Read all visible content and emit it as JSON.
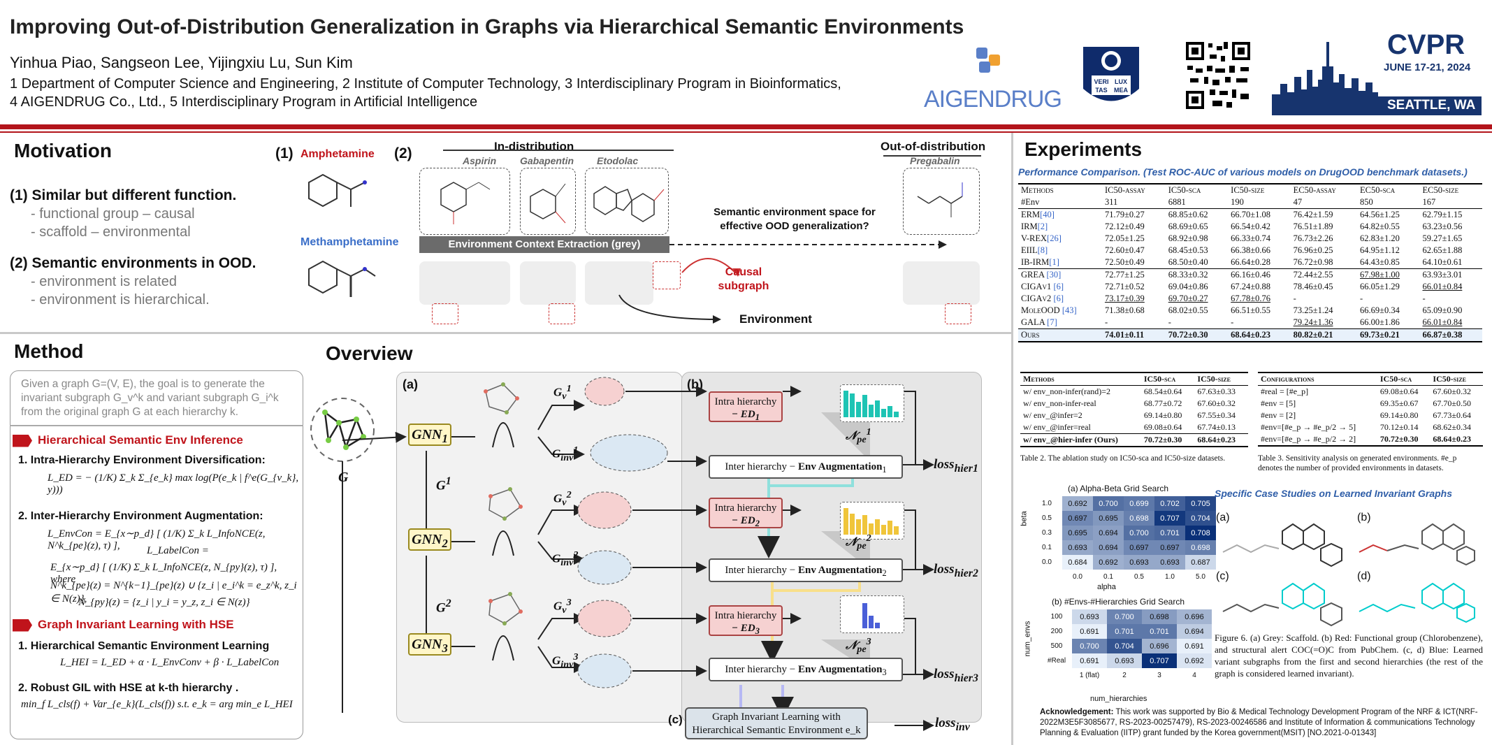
{
  "header": {
    "title": "Improving Out-of-Distribution Generalization in Graphs via Hierarchical Semantic Environments",
    "authors": "Yinhua Piao, Sangseon Lee, Yijingxiu Lu, Sun Kim",
    "aff1": "1 Department of Computer Science and Engineering, 2 Institute of Computer Technology, 3 Interdisciplinary Program in Bioinformatics,",
    "aff2": "4 AIGENDRUG Co., Ltd., 5 Interdisciplinary Program in Artificial Intelligence",
    "aigendrug_logo": "AIGENDRUG",
    "snu_seal": [
      "VERI",
      "LUX",
      "TAS",
      "MEA"
    ],
    "cvpr_name": "CVPR",
    "cvpr_dates": "JUNE 17-21, 2024",
    "cvpr_city": "SEATTLE, WA"
  },
  "motivation": {
    "title": "Motivation",
    "item1": "(1)  Similar but different function.",
    "item1_sub": [
      "- functional group – causal",
      "- scaffold – environmental"
    ],
    "item2": "(2) Semantic environments in OOD.",
    "item2_sub": [
      "- environment is related",
      "- environment is hierarchical."
    ],
    "fig_label1": "(1)",
    "fig_label2": "(2)",
    "amphetamine": "Amphetamine",
    "methamphetamine": "Methamphetamine",
    "in_dist": "In-distribution",
    "out_dist": "Out-of-distribution",
    "drugs": [
      "Aspirin",
      "Gabapentin",
      "Etodolac"
    ],
    "ood_drug": "Pregabalin",
    "env_bar": "Environment Context Extraction (grey)",
    "semantic_text": "Semantic environment space for effective OOD generalization?",
    "causal": "Causal subgraph",
    "environment": "Environment"
  },
  "method": {
    "title": "Method",
    "intro": "Given a graph G=(V, E), the goal is to generate the invariant subgraph G_v^k and variant subgraph G_i^k from the original graph G at each hierarchy k.",
    "head1": "Hierarchical Semantic Env Inference",
    "s1": "1.    Intra-Hierarchy Environment Diversification:",
    "f1": "L_ED = − (1/K) Σ_k Σ_{e_k} max log(P(e_k | f^e(G_{v_k}, y)))",
    "s2": "2.    Inter-Hierarchy Environment Augmentation:",
    "f2a": "L_EnvCon = E_{x∼p_d} [ (1/K) Σ_k L_InfoNCE(z, N^k_{pe}(z), τ) ],",
    "f2b": "L_LabelCon =",
    "f2c": "E_{x∼p_d} [ (1/K) Σ_k L_InfoNCE(z, N_{py}(z), τ) ], where",
    "f2d": "N^k_{pe}(z) = N^{k−1}_{pe}(z) ∪ {z_i | e_i^k = e_z^k, z_i ∈ N(z)},",
    "f2e": "N_{py}(z) = {z_i | y_i = y_z, z_i ∈ N(z)}",
    "head2": "Graph Invariant Learning with HSE",
    "s3": "1.    Hierarchical Semantic Environment Learning",
    "f3": "L_HEI = L_ED + α · L_EnvConv + β · L_LabelCon",
    "s4": "2.    Robust GIL with HSE at k-th hierarchy .",
    "f4": "min_f L_cls(f) + Var_{e_k}(L_cls(f))  s.t. e_k = arg min_e L_HEI"
  },
  "overview": {
    "title": "Overview",
    "panel_a": "(a)",
    "panel_b": "(b)",
    "panel_c": "(c)",
    "input_graph": "G",
    "gnn": [
      "GNN_1",
      "GNN_2",
      "GNN_3"
    ],
    "gnn_main": [
      "GNN",
      "GNN",
      "GNN"
    ],
    "gnn_sub": [
      "1",
      "2",
      "3"
    ],
    "g_arrows": [
      "G^1",
      "G^2"
    ],
    "g_main": [
      "G",
      "G"
    ],
    "g_sup": [
      "1",
      "2"
    ],
    "gv": [
      "1",
      "2",
      "3"
    ],
    "ginv": [
      "1",
      "2",
      "3"
    ],
    "sub_v": "v",
    "sub_inv": "inv",
    "ed_top": "Intra hierarchy",
    "ed_labels": [
      "− ED_1",
      "− ED_2",
      "− ED_3"
    ],
    "ed_idx": [
      "1",
      "2",
      "3"
    ],
    "aug_prefix": "Inter hierarchy −",
    "aug_bold": "Env Augmentation",
    "aug_idx": [
      "1",
      "2",
      "3"
    ],
    "npe": [
      "N^1_pe",
      "N^2_pe",
      "N^3_pe"
    ],
    "loss": [
      "loss_hier1",
      "loss_hier2",
      "loss_hier3"
    ],
    "loss_main": "loss",
    "loss_sub": [
      "hier1",
      "hier2",
      "hier3"
    ],
    "gil_box": [
      "Graph Invariant Learning with",
      "Hierarchical Semantic Environment e_k"
    ],
    "loss_inv": "loss_inv",
    "loss_inv_sub": "inv",
    "colors": {
      "bar1": "#1ec4b4",
      "bar2": "#f0c53a",
      "bar3": "#4a5fd8",
      "link_teal": "#8fe0dc",
      "link_yellow": "#f8df8a",
      "link_purple": "#b6b8f4"
    },
    "bars": [
      [
        0.95,
        0.85,
        0.55,
        0.8,
        0.45,
        0.6,
        0.3,
        0.4,
        0.2
      ],
      [
        0.95,
        0.75,
        0.55,
        0.7,
        0.4,
        0.55,
        0.35,
        0.5,
        0.3
      ],
      [
        0,
        0,
        0,
        0.9,
        0.45,
        0.2,
        0,
        0,
        0
      ]
    ]
  },
  "experiments": {
    "title": "Experiments",
    "perf_caption": "Performance Comparison. (Test ROC-AUC of various models on DrugOOD benchmark datasets.)",
    "table1": {
      "header": [
        "Methods",
        "IC50-assay",
        "IC50-sca",
        "IC50-size",
        "EC50-assay",
        "EC50-sca",
        "EC50-size"
      ],
      "env_row": [
        "#Env",
        "311",
        "6881",
        "190",
        "47",
        "850",
        "167"
      ],
      "group1": [
        {
          "m": "ERM",
          "c": "[40]",
          "v": [
            "71.79±0.27",
            "68.85±0.62",
            "66.70±1.08",
            "76.42±1.59",
            "64.56±1.25",
            "62.79±1.15"
          ]
        },
        {
          "m": "IRM",
          "c": "[2]",
          "v": [
            "72.12±0.49",
            "68.69±0.65",
            "66.54±0.42",
            "76.51±1.89",
            "64.82±0.55",
            "63.23±0.56"
          ]
        },
        {
          "m": "V-REX",
          "c": "[26]",
          "v": [
            "72.05±1.25",
            "68.92±0.98",
            "66.33±0.74",
            "76.73±2.26",
            "62.83±1.20",
            "59.27±1.65"
          ]
        },
        {
          "m": "EIIL",
          "c": "[8]",
          "v": [
            "72.60±0.47",
            "68.45±0.53",
            "66.38±0.66",
            "76.96±0.25",
            "64.95±1.12",
            "62.65±1.88"
          ]
        },
        {
          "m": "IB-IRM",
          "c": "[1]",
          "v": [
            "72.50±0.49",
            "68.50±0.40",
            "66.64±0.28",
            "76.72±0.98",
            "64.43±0.85",
            "64.10±0.61"
          ]
        }
      ],
      "group2": [
        {
          "m": "GREA ",
          "c": "[30]",
          "v": [
            "72.77±1.25",
            "68.33±0.32",
            "66.16±0.46",
            "72.44±2.55",
            "67.98±1.00",
            "63.93±3.01"
          ]
        },
        {
          "m": "CIGAv1 ",
          "c": "[6]",
          "v": [
            "72.71±0.52",
            "69.04±0.86",
            "67.24±0.88",
            "78.46±0.45",
            "66.05±1.29",
            "66.01±0.84"
          ]
        },
        {
          "m": "CIGAv2 ",
          "c": "[6]",
          "v": [
            "73.17±0.39",
            "69.70±0.27",
            "67.78±0.76",
            "-",
            "-",
            "-"
          ]
        },
        {
          "m": "MoleOOD ",
          "c": "[43]",
          "v": [
            "71.38±0.68",
            "68.02±0.55",
            "66.51±0.55",
            "73.25±1.24",
            "66.69±0.34",
            "65.09±0.90"
          ]
        },
        {
          "m": "GALA ",
          "c": "[7]",
          "v": [
            "-",
            "-",
            "-",
            "79.24±1.36",
            "66.00±1.86",
            "66.01±0.84"
          ]
        }
      ],
      "ours": [
        "Ours",
        "74.01±0.11",
        "70.72±0.30",
        "68.64±0.23",
        "80.82±0.21",
        "69.73±0.21",
        "66.87±0.38"
      ]
    },
    "table2": {
      "header": [
        "Methods",
        "IC50-sca",
        "IC50-size"
      ],
      "rows": [
        [
          "w/ env_non-infer(rand)=2",
          "68.54±0.64",
          "67.63±0.33"
        ],
        [
          "w/ env_non-infer-real",
          "68.77±0.72",
          "67.60±0.32"
        ],
        [
          "w/ env_@infer=2",
          "69.14±0.80",
          "67.55±0.34"
        ],
        [
          "w/ env_@infer=real",
          "69.08±0.64",
          "67.74±0.13"
        ]
      ],
      "ours": [
        "w/ env_@hier-infer (Ours)",
        "70.72±0.30",
        "68.64±0.23"
      ],
      "caption": "Table 2. The ablation study on IC50-sca and IC50-size datasets."
    },
    "table3": {
      "header": [
        "Configurations",
        "IC50-sca",
        "IC50-size"
      ],
      "rows": [
        [
          "#real = [#e_p]",
          "69.08±0.64",
          "67.60±0.32"
        ],
        [
          "#env = [5]",
          "69.35±0.67",
          "67.70±0.50"
        ],
        [
          "#env = [2]",
          "69.14±0.80",
          "67.73±0.64"
        ],
        [
          "#env=[#e_p → #e_p/2 → 5]",
          "70.12±0.14",
          "68.62±0.34"
        ]
      ],
      "ours": [
        "#env=[#e_p → #e_p/2 → 2]",
        "70.72±0.30",
        "68.64±0.23"
      ],
      "caption": "Table 3. Sensitivity analysis on generated environments. #e_p denotes the number of provided environments in datasets."
    },
    "heatmap1": {
      "title": "(a) Alpha-Beta Grid Search",
      "ylabel": "beta",
      "xlabel": "alpha",
      "yticks": [
        "1.0",
        "0.5",
        "0.3",
        "0.1",
        "0.0"
      ],
      "xticks": [
        "0.0",
        "0.1",
        "0.5",
        "1.0",
        "5.0"
      ],
      "values": [
        [
          0.692,
          0.7,
          0.699,
          0.702,
          0.705
        ],
        [
          0.697,
          0.695,
          0.698,
          0.707,
          0.704
        ],
        [
          0.695,
          0.694,
          0.7,
          0.701,
          0.708
        ],
        [
          0.693,
          0.694,
          0.697,
          0.697,
          0.698
        ],
        [
          0.684,
          0.692,
          0.693,
          0.693,
          0.687
        ]
      ]
    },
    "heatmap2": {
      "title": "(b) #Envs-#Hierarchies Grid Search",
      "ylabel": "num_envs",
      "xlabel": "num_hierarchies",
      "yticks": [
        "100",
        "200",
        "500",
        "#Real"
      ],
      "xticks": [
        "1 (flat)",
        "2",
        "3",
        "4"
      ],
      "values": [
        [
          0.693,
          0.7,
          0.698,
          0.696
        ],
        [
          0.691,
          0.701,
          0.701,
          0.694
        ],
        [
          0.7,
          0.704,
          0.696,
          0.691
        ],
        [
          0.691,
          0.693,
          0.707,
          0.692
        ]
      ]
    },
    "case_title": "Specific Case Studies on Learned Invariant Graphs",
    "case_labels": [
      "(a)",
      "(b)",
      "(c)",
      "(d)"
    ],
    "fig6_caption": "Figure 6.   (a) Grey: Scaffold.   (b) Red: Functional group (Chlorobenzene), and structural alert COC(=O)C from PubChem. (c, d) Blue: Learned variant subgraphs from the first and second hierarchies (the rest of the graph is considered learned invariant).",
    "ack_label": "Acknowledgement:",
    "ack": "This work was supported by Bio & Medical Technology Development Program of the NRF & ICT(NRF-2022M3E5F3085677, RS-2023-00257479), RS-2023-00246586 and Institute of Information & communications Technology Planning & Evaluation (IITP) grant funded by the Korea government(MSIT) [NO.2021-0-01343]"
  }
}
